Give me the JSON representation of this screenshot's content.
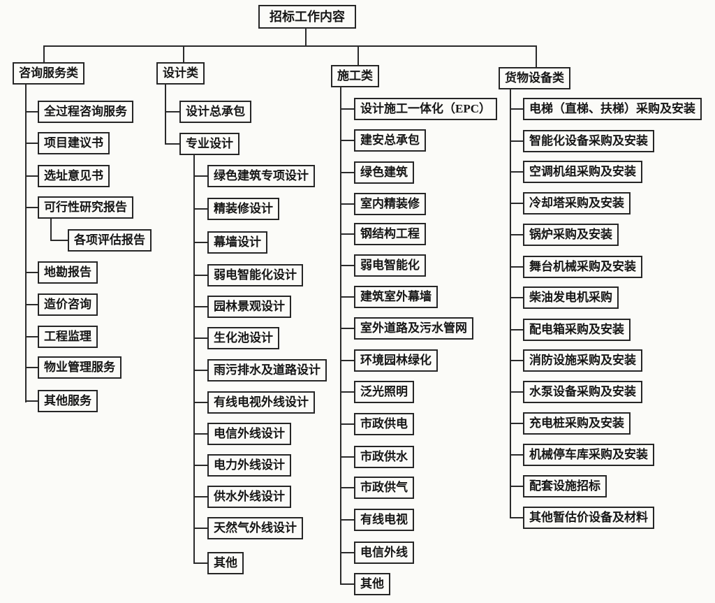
{
  "root": {
    "label": "招标工作内容"
  },
  "colors": {
    "ink": "#262626",
    "paper": "#fbfbf8"
  },
  "categories": [
    {
      "label": "咨询服务类",
      "children": [
        {
          "label": "全过程咨询服务"
        },
        {
          "label": "项目建议书"
        },
        {
          "label": "选址意见书"
        },
        {
          "label": "可行性研究报告",
          "children": [
            {
              "label": "各项评估报告"
            }
          ]
        },
        {
          "label": "地勘报告"
        },
        {
          "label": "造价咨询"
        },
        {
          "label": "工程监理"
        },
        {
          "label": "物业管理服务"
        },
        {
          "label": "其他服务"
        }
      ]
    },
    {
      "label": "设计类",
      "children": [
        {
          "label": "设计总承包"
        },
        {
          "label": "专业设计",
          "children": [
            {
              "label": "绿色建筑专项设计"
            },
            {
              "label": "精装修设计"
            },
            {
              "label": "幕墙设计"
            },
            {
              "label": "弱电智能化设计"
            },
            {
              "label": "园林景观设计"
            },
            {
              "label": "生化池设计"
            },
            {
              "label": "雨污排水及道路设计"
            },
            {
              "label": "有线电视外线设计"
            },
            {
              "label": "电信外线设计"
            },
            {
              "label": "电力外线设计"
            },
            {
              "label": "供水外线设计"
            },
            {
              "label": "天然气外线设计"
            },
            {
              "label": "其他"
            }
          ]
        }
      ]
    },
    {
      "label": "施工类",
      "children": [
        {
          "label": "设计施工一体化（EPC）"
        },
        {
          "label": "建安总承包"
        },
        {
          "label": "绿色建筑"
        },
        {
          "label": "室内精装修"
        },
        {
          "label": "钢结构工程"
        },
        {
          "label": "弱电智能化"
        },
        {
          "label": "建筑室外幕墙"
        },
        {
          "label": "室外道路及污水管网"
        },
        {
          "label": "环境园林绿化"
        },
        {
          "label": "泛光照明"
        },
        {
          "label": "市政供电"
        },
        {
          "label": "市政供水"
        },
        {
          "label": "市政供气"
        },
        {
          "label": "有线电视"
        },
        {
          "label": "电信外线"
        },
        {
          "label": "其他"
        }
      ]
    },
    {
      "label": "货物设备类",
      "children": [
        {
          "label": "电梯（直梯、扶梯）采购及安装"
        },
        {
          "label": "智能化设备采购及安装"
        },
        {
          "label": "空调机组采购及安装"
        },
        {
          "label": "冷却塔采购及安装"
        },
        {
          "label": "锅炉采购及安装"
        },
        {
          "label": "舞台机械采购及安装"
        },
        {
          "label": "柴油发电机采购"
        },
        {
          "label": "配电箱采购及安装"
        },
        {
          "label": "消防设施采购及安装"
        },
        {
          "label": "水泵设备采购及安装"
        },
        {
          "label": "充电桩采购及安装"
        },
        {
          "label": "机械停车库采购及安装"
        },
        {
          "label": "配套设施招标"
        },
        {
          "label": "其他暂估价设备及材料"
        }
      ]
    }
  ]
}
